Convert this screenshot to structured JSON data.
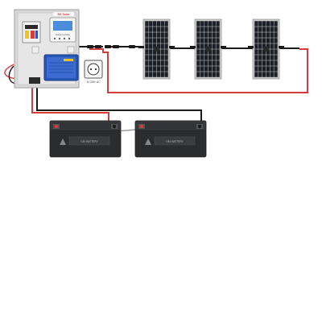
{
  "panel_brand": "RS Solar",
  "controller_label": "Charge controller",
  "socket_label": "1x 230V AC",
  "battery_label": "GEL BATTERY",
  "panel_count": 3,
  "battery_count": 2,
  "colors": {
    "positive_wire": "#d93a3a",
    "negative_wire": "#1a1a1a",
    "solar_cell": "#1c1f27",
    "battery_case": "#2b2c2e",
    "inverter": "#2a55b5",
    "cabinet": "#d9d9d9"
  }
}
